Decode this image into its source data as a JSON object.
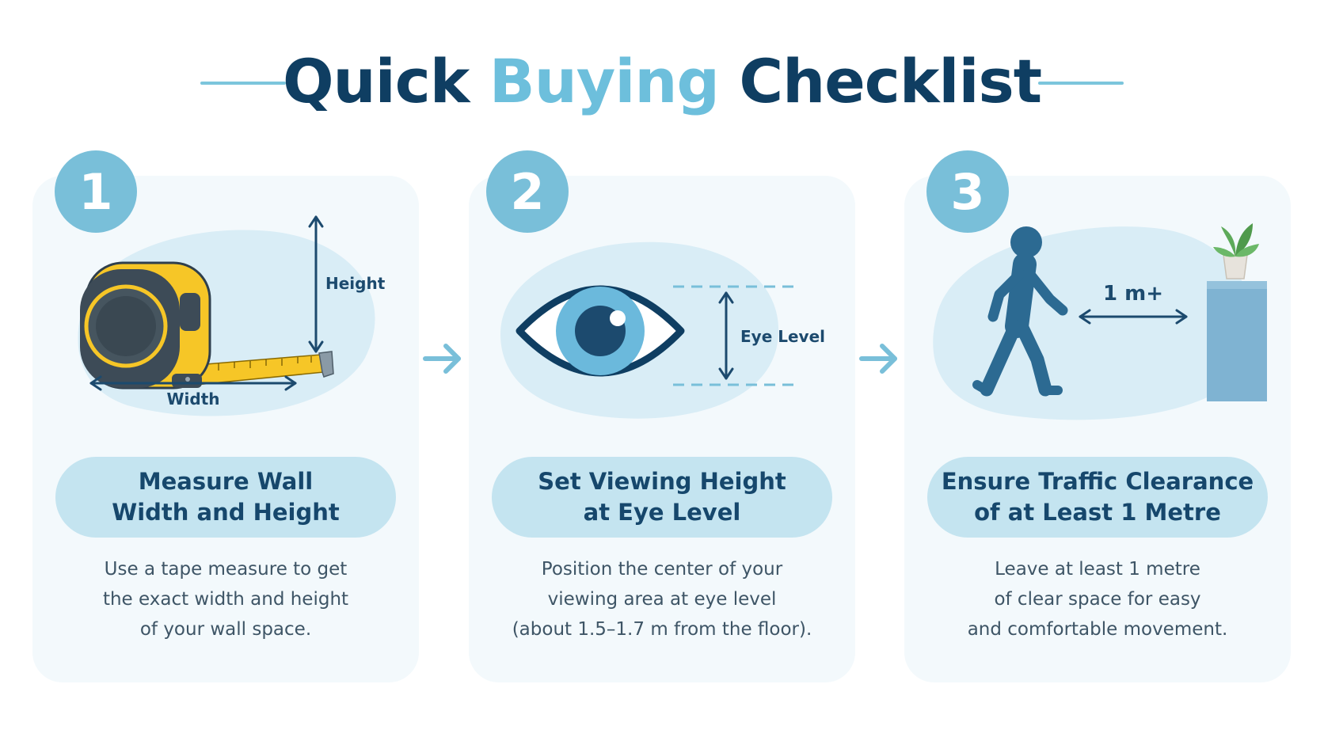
{
  "title": {
    "word1": "Quick",
    "word2": "Buying",
    "word3": "Checklist"
  },
  "colors": {
    "dark_navy": "#0f3e62",
    "accent_blue": "#6dbfdc",
    "badge_blue": "#79bfd9",
    "pill_blue": "#c4e4f0",
    "card_bg": "#f3f9fc",
    "tape_yellow": "#f6c627",
    "figure_blue": "#2c6a92"
  },
  "steps": [
    {
      "number": "1",
      "icon": "tape-measure-icon",
      "labels": {
        "height": "Height",
        "width": "Width"
      },
      "heading": "Measure Wall\nWidth and Height",
      "description": "Use a tape measure to get\nthe exact width and height\nof your wall space."
    },
    {
      "number": "2",
      "icon": "eye-icon",
      "labels": {
        "eye_level": "Eye Level"
      },
      "heading": "Set Viewing Height\nat Eye Level",
      "description": "Position the center of your\nviewing area at eye level\n(about 1.5–1.7 m from the floor)."
    },
    {
      "number": "3",
      "icon": "walking-person-icon",
      "labels": {
        "distance": "1 m+"
      },
      "heading": "Ensure Traffic Clearance\nof at Least 1 Metre",
      "description": "Leave at least 1 metre\nof clear space for easy\nand comfortable movement."
    }
  ]
}
